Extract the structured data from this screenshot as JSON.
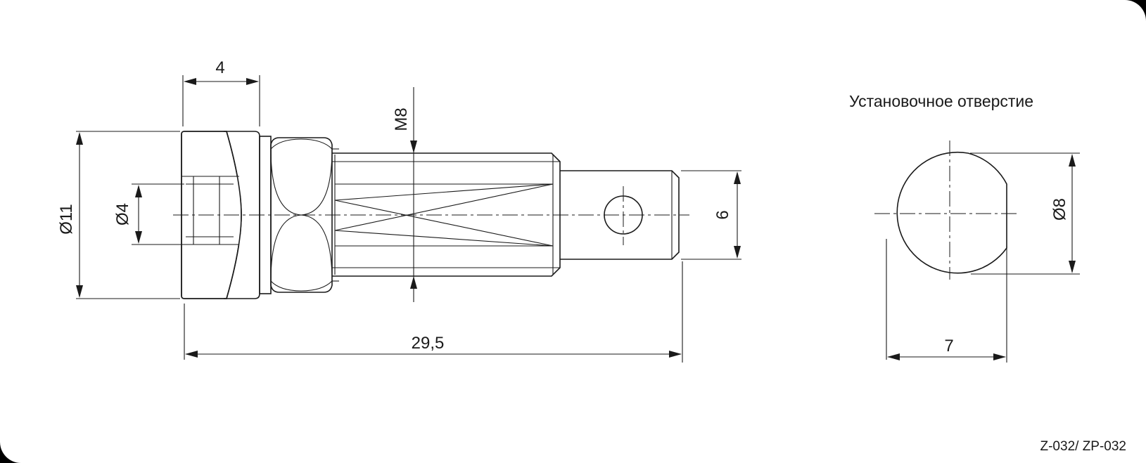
{
  "dimensions": {
    "head_width": "4",
    "outer_diameter": "Ø11",
    "bore_diameter": "Ø4",
    "thread": "M8",
    "tab_width": "6",
    "total_length": "29,5",
    "hole_diameter": "Ø8",
    "hole_flat": "7"
  },
  "mounting_hole": {
    "caption": "Установочное отверстие"
  },
  "part_code": "Z-032/ ZP-032",
  "colors": {
    "ink": "#1a1a1a",
    "paper": "#ffffff",
    "frame": "#000000"
  }
}
